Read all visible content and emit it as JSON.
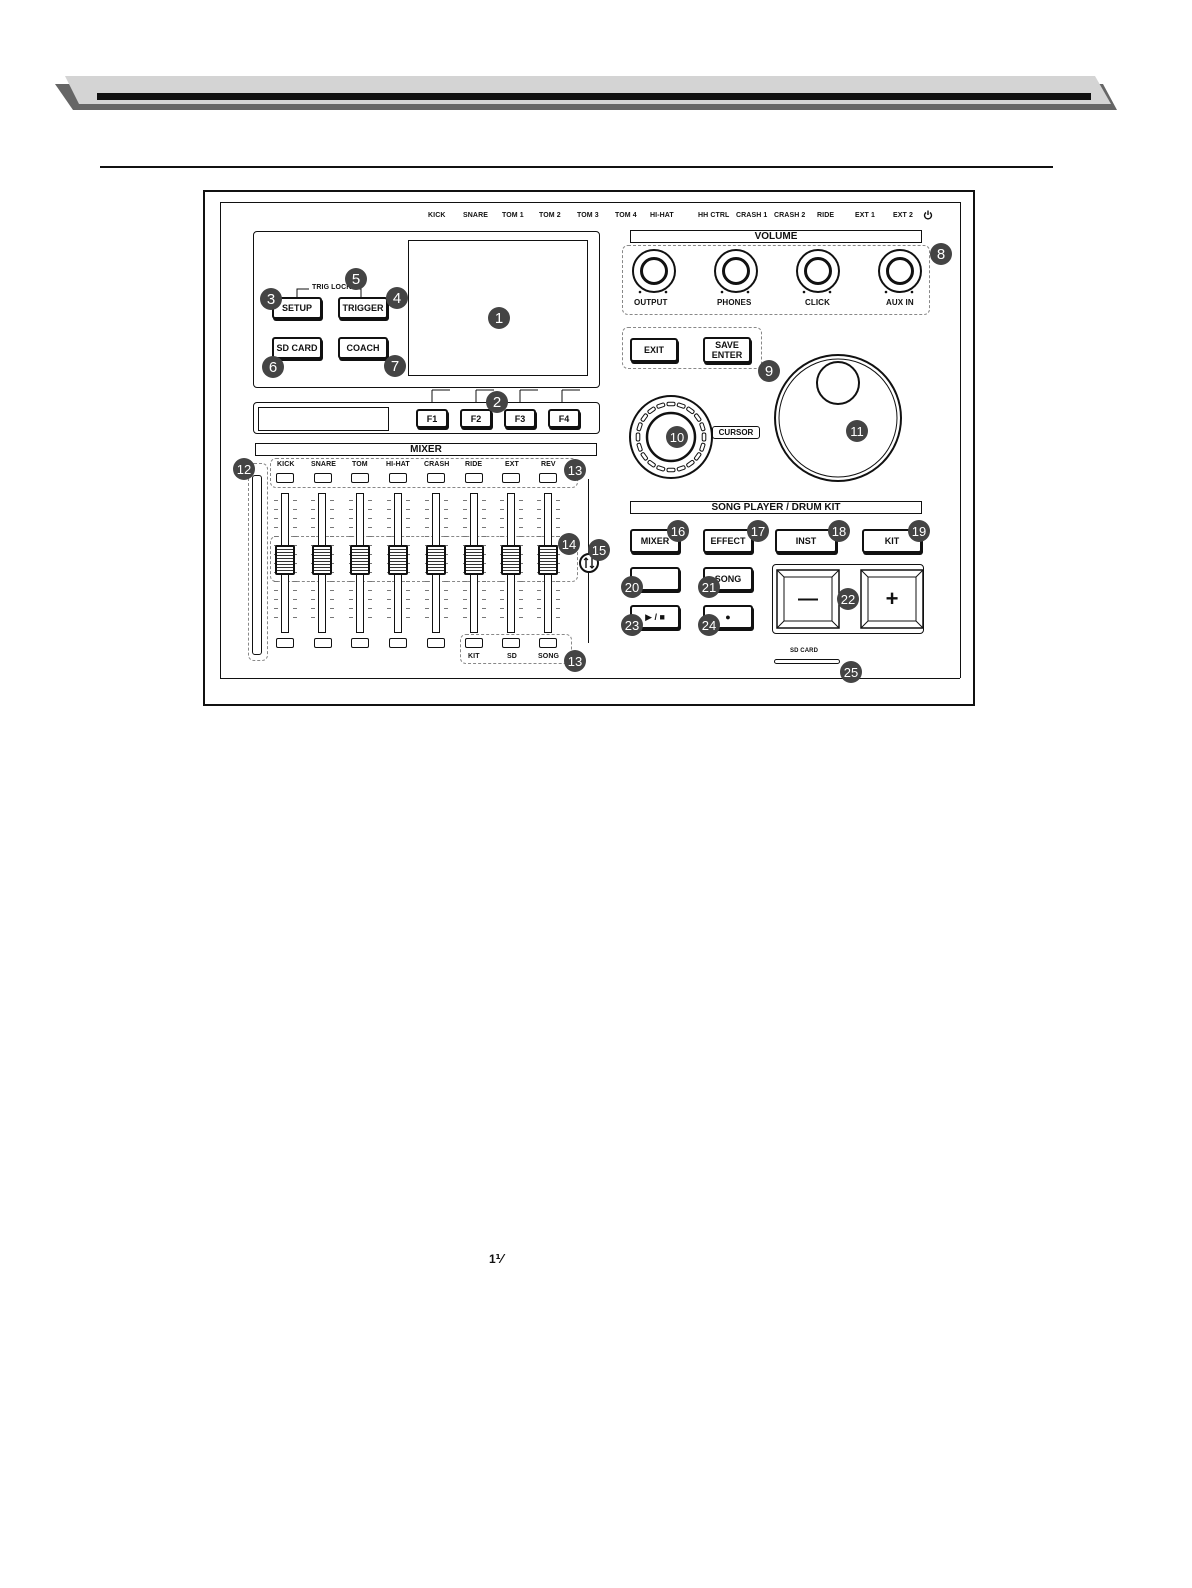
{
  "top_labels": [
    "KICK",
    "SNARE",
    "TOM 1",
    "TOM 2",
    "TOM 3",
    "TOM 4",
    "HI-HAT",
    "HH CTRL",
    "CRASH 1",
    "CRASH 2",
    "RIDE",
    "EXT 1",
    "EXT 2"
  ],
  "power_icon": "power-icon",
  "left_panel": {
    "trig_lock": "TRIG LOCK",
    "setup": "SETUP",
    "trigger": "TRIGGER",
    "sd_card": "SD CARD",
    "coach": "COACH"
  },
  "function_buttons": [
    "F1",
    "F2",
    "F3",
    "F4"
  ],
  "mixer": {
    "title": "MIXER",
    "top_labels": [
      "KICK",
      "SNARE",
      "TOM",
      "HI-HAT",
      "CRASH",
      "RIDE",
      "EXT",
      "REV"
    ],
    "bottom_labels": [
      "KIT",
      "SD",
      "SONG"
    ]
  },
  "volume": {
    "title": "VOLUME",
    "knobs": [
      "OUTPUT",
      "PHONES",
      "CLICK",
      "AUX IN"
    ]
  },
  "nav": {
    "exit": "EXIT",
    "save": "SAVE",
    "enter": "ENTER",
    "cursor": "CURSOR"
  },
  "song_player": {
    "title": "SONG PLAYER / DRUM KIT",
    "mixer": "MIXER",
    "effect": "EFFECT",
    "inst": "INST",
    "kit": "KIT",
    "song": "SONG",
    "minus": "—",
    "plus": "+",
    "play_stop": "▶ / ■",
    "record": "●"
  },
  "sd_slot_label": "SD CARD",
  "callouts": [
    "1",
    "2",
    "3",
    "4",
    "5",
    "6",
    "7",
    "8",
    "9",
    "10",
    "11",
    "12",
    "13",
    "14",
    "15",
    "16",
    "17",
    "18",
    "19",
    "20",
    "21",
    "22",
    "23",
    "24",
    "25"
  ],
  "stray_glyph": "1⅟"
}
